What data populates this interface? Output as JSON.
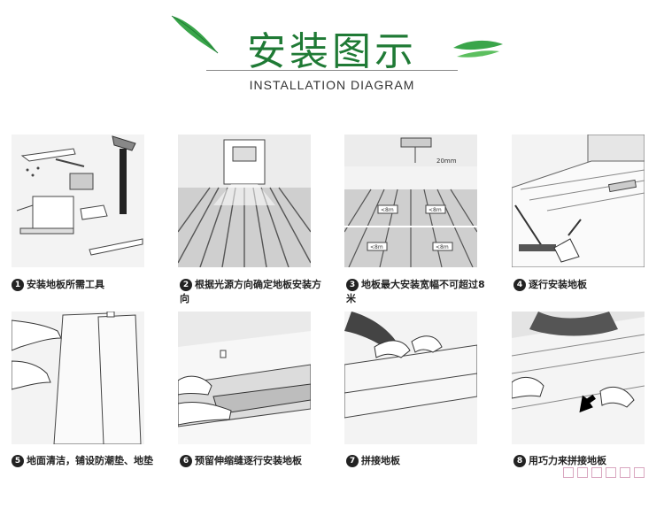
{
  "header": {
    "title": "安装图示",
    "subtitle": "INSTALLATION DIAGRAM"
  },
  "steps": [
    {
      "num": "1",
      "label": "安装地板所需工具"
    },
    {
      "num": "2",
      "label": "根据光源方向确定地板安装方向"
    },
    {
      "num": "3",
      "label": "地板最大安装宽幅不可超过8米"
    },
    {
      "num": "4",
      "label": "逐行安装地板"
    },
    {
      "num": "5",
      "label": "地面清洁，铺设防潮垫、地垫"
    },
    {
      "num": "6",
      "label": "预留伸缩缝逐行安装地板"
    },
    {
      "num": "7",
      "label": "拼接地板"
    },
    {
      "num": "8",
      "label": "用巧力来拼接地板"
    }
  ],
  "diagram_labels": {
    "gap": "20mm",
    "width_a": "<8m",
    "width_b": "<8m",
    "width_c": "<8m",
    "width_d": "<8m"
  },
  "colors": {
    "title_green": "#1f7a35",
    "leaf_green": "#3aa54a",
    "panel_bg": "#f3f3f3",
    "line_dark": "#444444"
  }
}
